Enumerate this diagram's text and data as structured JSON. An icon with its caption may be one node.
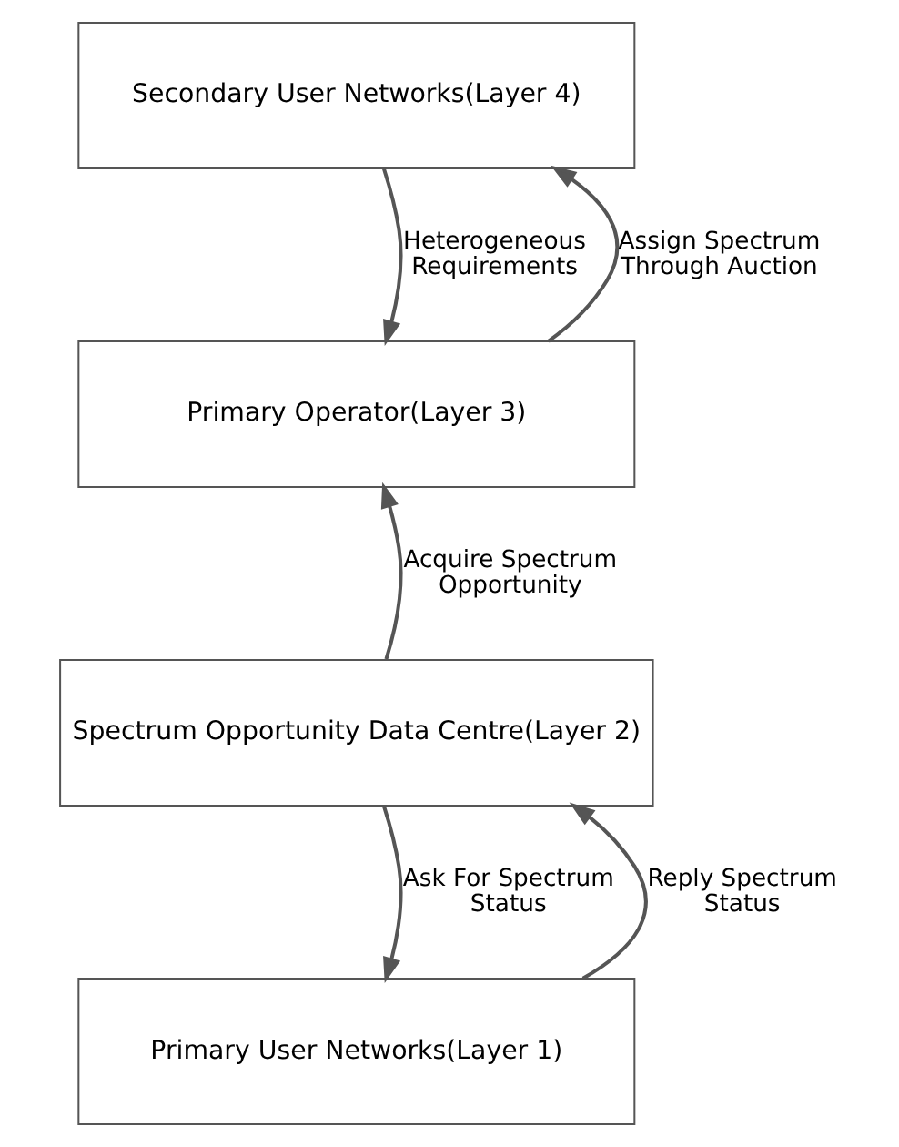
{
  "diagram": {
    "nodes": [
      {
        "text": [
          "Secondary User Networks(Layer 4)"
        ]
      },
      {
        "text": [
          "Primary Operator(Layer 3)"
        ]
      },
      {
        "text": [
          "Spectrum Opportunity Data Centre(Layer 2)"
        ]
      },
      {
        "text": [
          "Primary User Networks(Layer 1)"
        ]
      }
    ],
    "edges": [
      {
        "from": 0,
        "to": 1,
        "arrow": "to",
        "label": "Heterogeneous Requirements"
      },
      {
        "from": 1,
        "to": 0,
        "arrow": "to",
        "label": "Assign Spectrum Through Auction"
      },
      {
        "from": 2,
        "to": 1,
        "arrow": "to",
        "label": "Acquire Spectrum Opportunity"
      },
      {
        "from": 2,
        "to": 3,
        "arrow": "to",
        "label": "Ask For Spectrum Status"
      },
      {
        "from": 3,
        "to": 2,
        "arrow": "to",
        "label": "Reply Spectrum Status"
      }
    ]
  }
}
